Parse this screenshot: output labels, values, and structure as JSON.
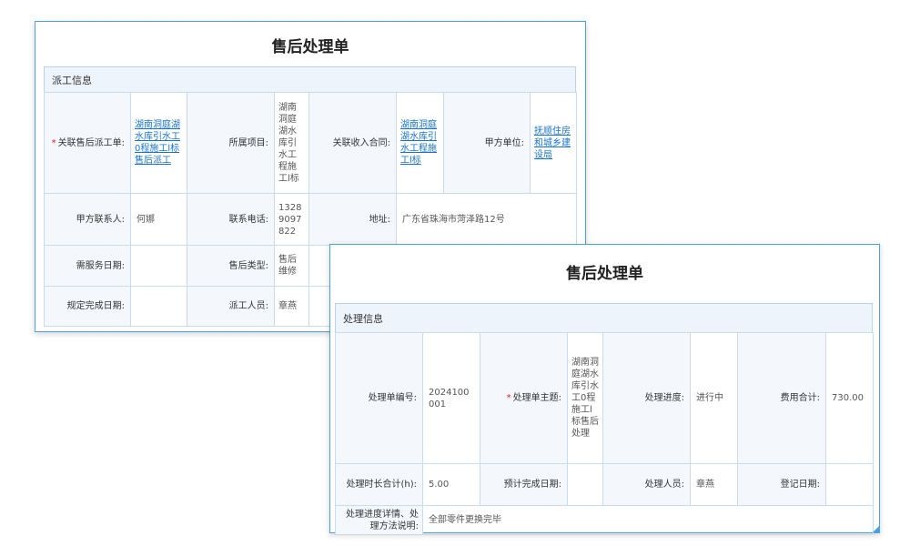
{
  "dispatch_card": {
    "title": "售后处理单",
    "section": "派工信息",
    "fields": {
      "linked_order_label": "关联售后派工单:",
      "linked_order_value": "湖南洞庭湖水库引水工0程施工l标售后派工",
      "project_label": "所属项目:",
      "project_value": "湖南洞庭湖水库引水工程施工l标",
      "contract_label": "关联收入合同:",
      "contract_value": "湖南洞庭湖水库引水工程施工l标",
      "party_a_label": "甲方单位:",
      "party_a_value": "抚顺住房和城乡建设局",
      "contact_label": "甲方联系人:",
      "contact_value": "何娜",
      "phone_label": "联系电话:",
      "phone_value": "13289097822",
      "address_label": "地址:",
      "address_value": "广东省珠海市菏泽路12号",
      "service_date_label": "需服务日期:",
      "service_date_value": "",
      "type_label": "售后类型:",
      "type_value": "售后维修",
      "deadline_label": "规定完成日期:",
      "deadline_value": "",
      "worker_label": "派工人员:",
      "worker_value": "章燕"
    }
  },
  "process_card": {
    "title": "售后处理单",
    "section": "处理信息",
    "fields": {
      "order_no_label": "处理单编号:",
      "order_no_value": "2024100001",
      "subject_label": "处理单主题:",
      "subject_value": "湖南洞庭湖水库引水工0程施工l标售后处理",
      "progress_label": "处理进度:",
      "progress_value": "进行中",
      "cost_label": "费用合计:",
      "cost_value": "730.00",
      "hours_label": "处理时长合计(h):",
      "hours_value": "5.00",
      "eta_label": "预计完成日期:",
      "eta_value": "",
      "handler_label": "处理人员:",
      "handler_value": "章燕",
      "reg_date_label": "登记日期:",
      "reg_date_value": "",
      "detail_label": "处理进度详情、处理方法说明:",
      "detail_value": "全部零件更换完毕"
    }
  }
}
